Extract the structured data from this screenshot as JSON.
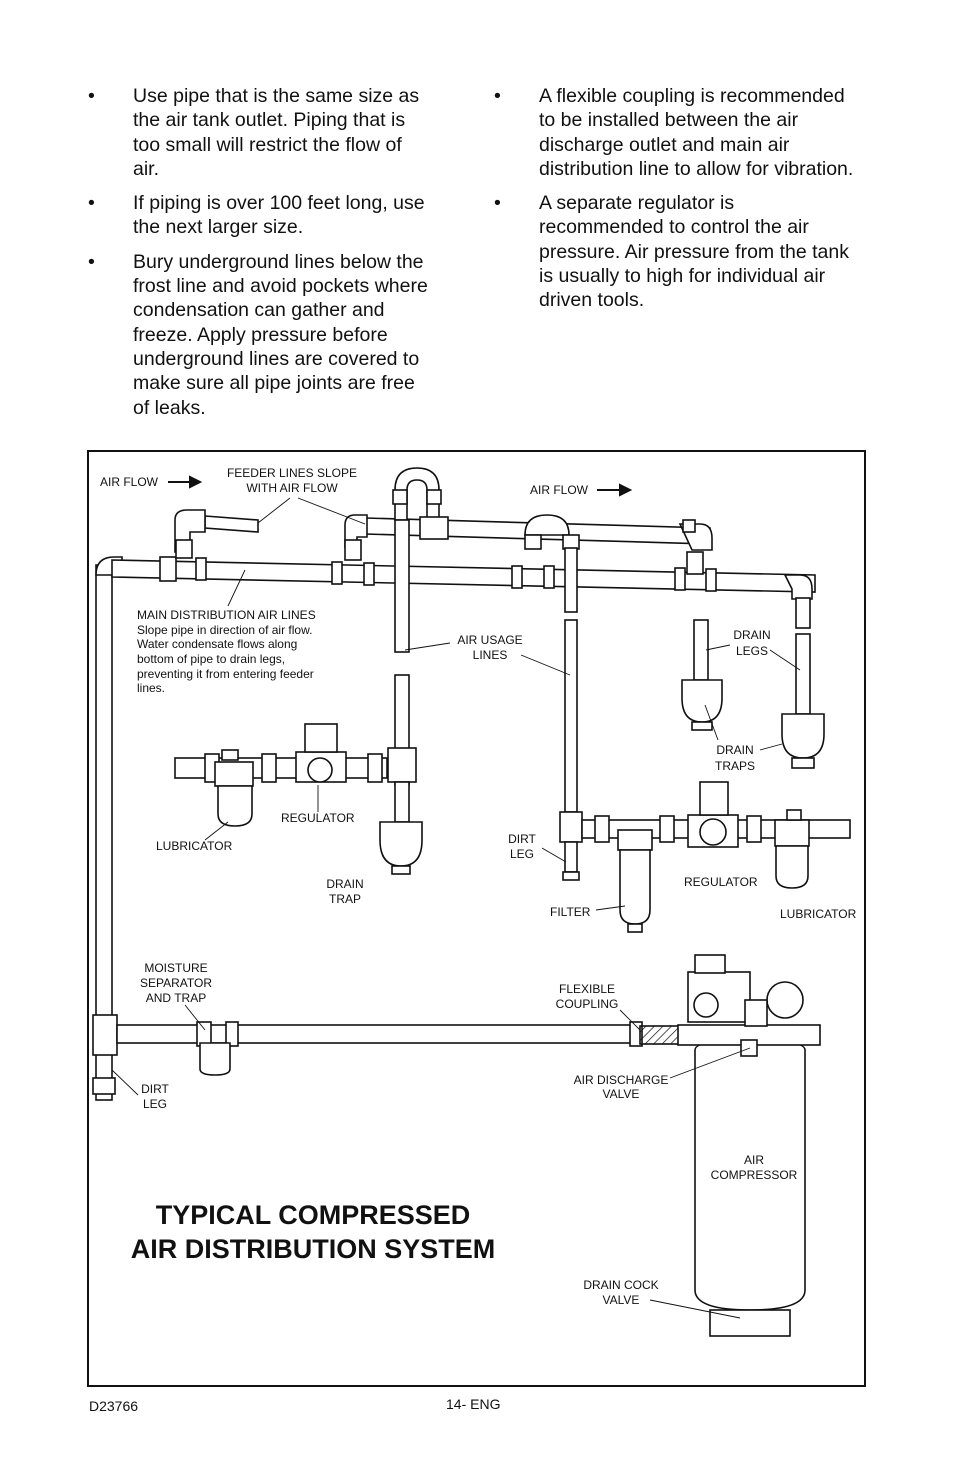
{
  "bullets_left": [
    "Use pipe that is the same size as the air tank outlet. Piping that is too small will restrict the flow of air.",
    "If piping is over 100 feet long, use the next larger size.",
    "Bury underground lines below the frost line and avoid pockets where condensation can gather and freeze. Apply pressure before underground lines are covered to make sure all pipe joints are free of leaks."
  ],
  "bullets_right": [
    "A flexible coupling is recommended to be installed between the air discharge outlet and main air distribution line to allow for vibration.",
    "A separate regulator is recommended to control the air pressure. Air pressure from the tank is usually to high for individual air driven tools."
  ],
  "bullet_symbol": "•",
  "diagram": {
    "title_line1": "TYPICAL COMPRESSED",
    "title_line2": "AIR DISTRIBUTION SYSTEM",
    "labels": {
      "air_flow_left": "AIR FLOW",
      "feeder_line1": "FEEDER LINES SLOPE",
      "feeder_line2": "WITH AIR FLOW",
      "air_flow_right": "AIR FLOW",
      "main_dist_1": "MAIN DISTRIBUTION AIR LINES",
      "main_dist_2": "Slope pipe in direction of air flow.",
      "main_dist_3": "Water condensate flows along",
      "main_dist_4": "bottom of pipe to drain legs,",
      "main_dist_5": "preventing it from entering feeder",
      "main_dist_6": "lines.",
      "air_usage_1": "AIR USAGE",
      "air_usage_2": "LINES",
      "drain_legs_1": "DRAIN",
      "drain_legs_2": "LEGS",
      "drain_traps_1": "DRAIN",
      "drain_traps_2": "TRAPS",
      "regulator_left": "REGULATOR",
      "lubricator_left": "LUBRICATOR",
      "drain_trap_1": "DRAIN",
      "drain_trap_2": "TRAP",
      "dirt_leg_mid_1": "DIRT",
      "dirt_leg_mid_2": "LEG",
      "regulator_right": "REGULATOR",
      "filter": "FILTER",
      "lubricator_right": "LUBRICATOR",
      "moisture_1": "MOISTURE",
      "moisture_2": "SEPARATOR",
      "moisture_3": "AND TRAP",
      "flex_1": "FLEXIBLE",
      "flex_2": "COUPLING",
      "air_discharge_1": "AIR DISCHARGE",
      "air_discharge_2": "VALVE",
      "dirt_leg_low_1": "DIRT",
      "dirt_leg_low_2": "LEG",
      "compressor_1": "AIR",
      "compressor_2": "COMPRESSOR",
      "drain_cock_1": "DRAIN COCK",
      "drain_cock_2": "VALVE"
    }
  },
  "footer": {
    "doc_number": "D23766",
    "page": "14- ENG"
  }
}
